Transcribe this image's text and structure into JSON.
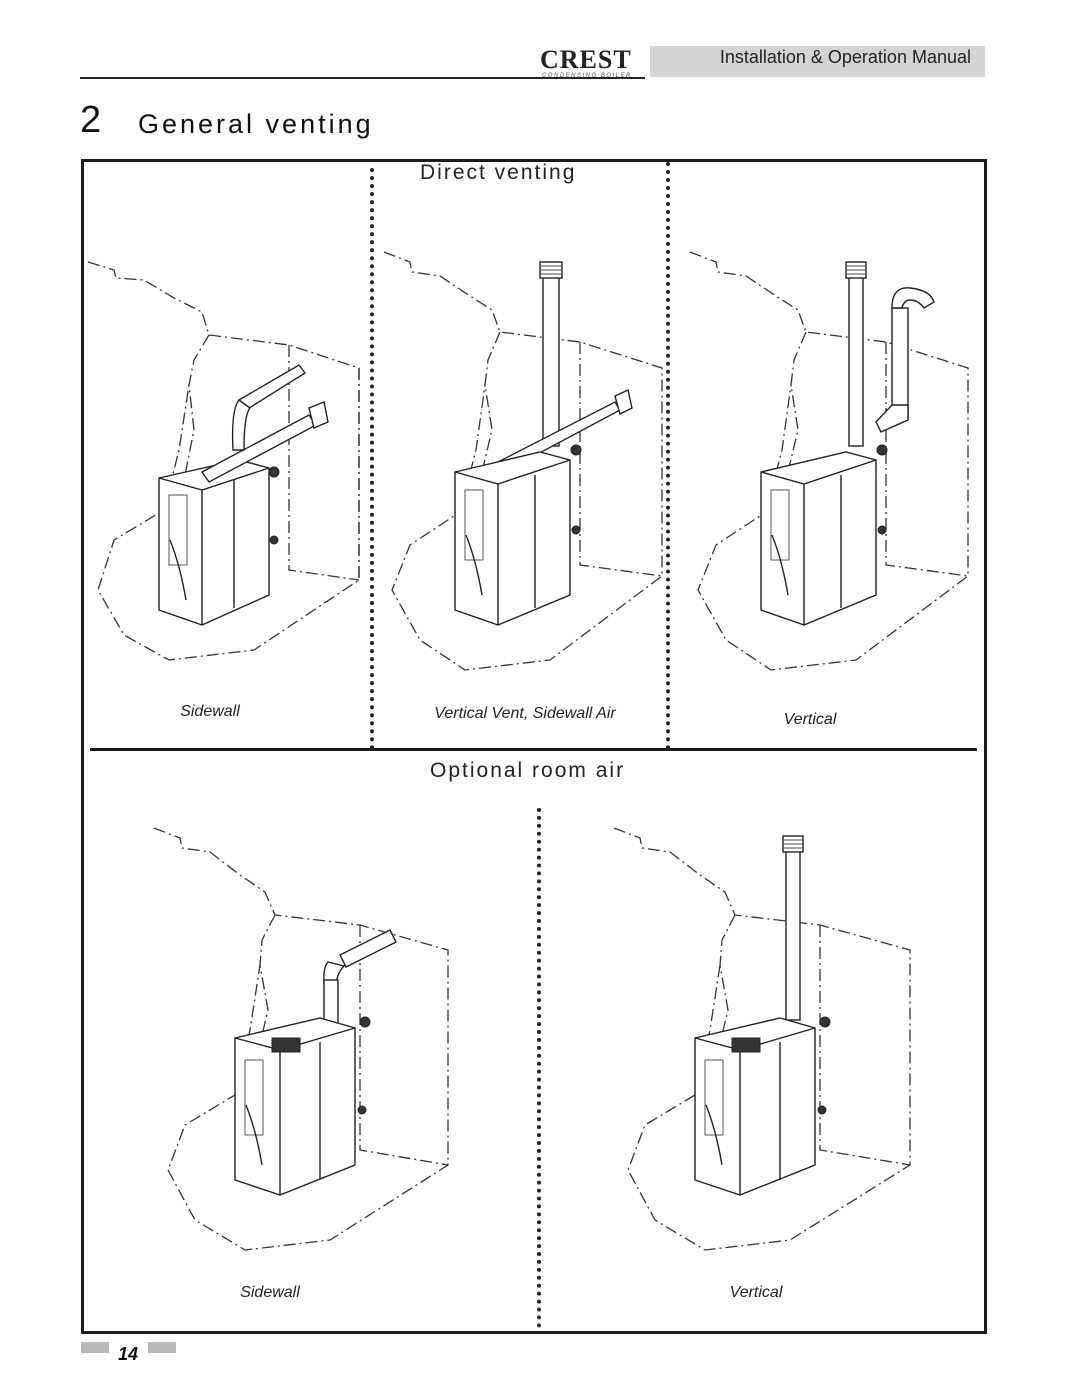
{
  "header": {
    "brand": "CREST",
    "brand_sub": "CONDENSING BOILER",
    "manual_title": "Installation & Operation Manual"
  },
  "section": {
    "number": "2",
    "title": "General venting"
  },
  "direct_venting": {
    "heading": "Direct venting",
    "panels": [
      {
        "caption": "Sidewall",
        "vent": "sidewall-concentric"
      },
      {
        "caption": "Vertical Vent, Sidewall Air",
        "vent": "vertical-vent-sidewall-air"
      },
      {
        "caption": "Vertical",
        "vent": "vertical-two-pipe"
      }
    ]
  },
  "optional_room_air": {
    "heading": "Optional room air",
    "panels": [
      {
        "caption": "Sidewall",
        "vent": "sidewall"
      },
      {
        "caption": "Vertical",
        "vent": "vertical"
      }
    ]
  },
  "footer": {
    "page_number": "14"
  }
}
